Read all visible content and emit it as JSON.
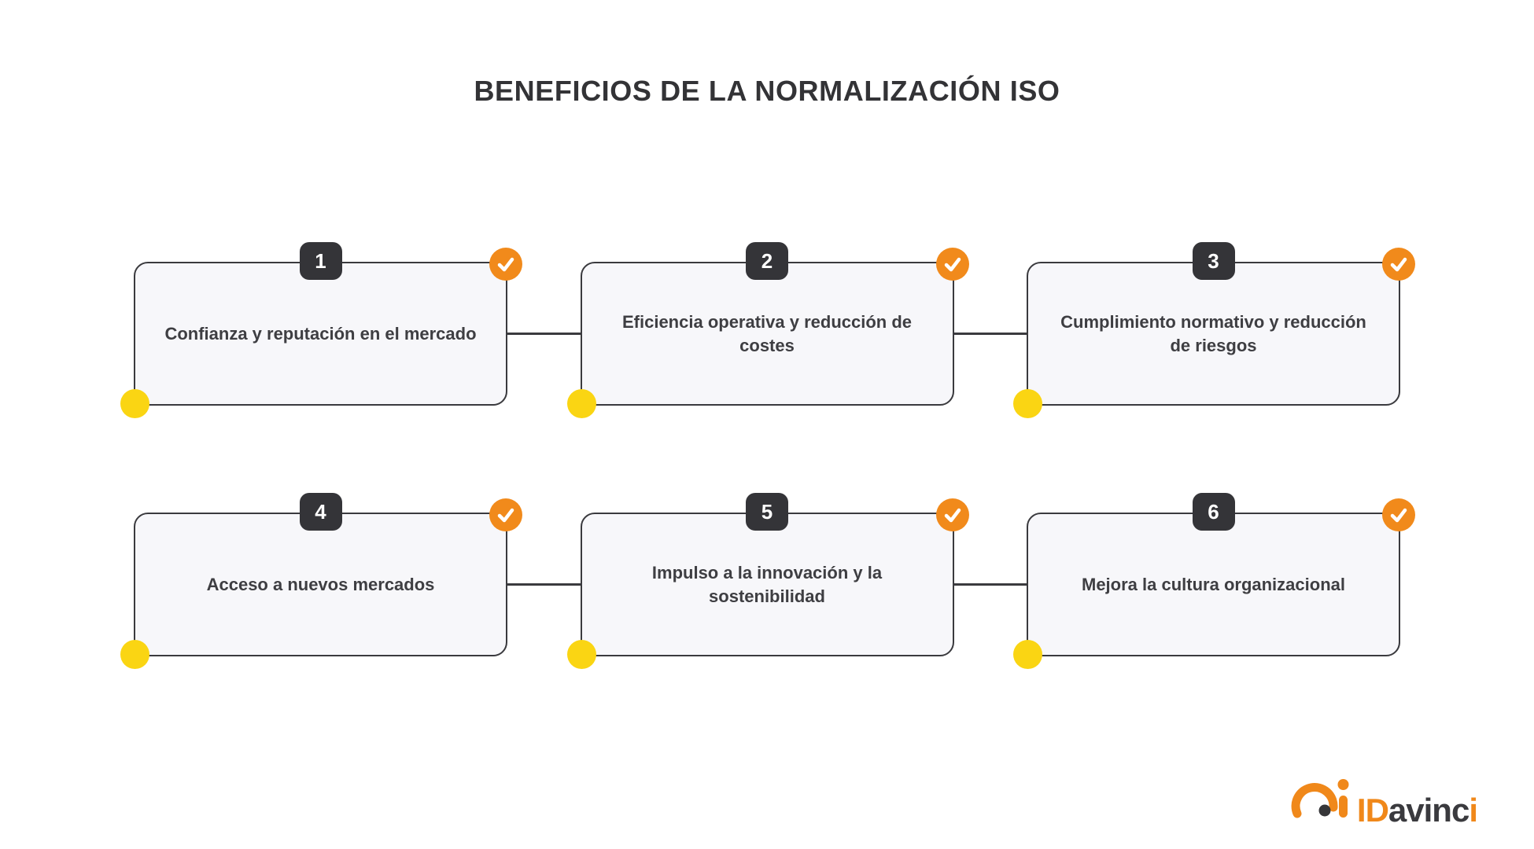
{
  "title": "BENEFICIOS DE LA NORMALIZACIÓN ISO",
  "cards": [
    {
      "number": "1",
      "text": "Confianza y reputación en el mercado"
    },
    {
      "number": "2",
      "text": "Eficiencia operativa y reducción de costes"
    },
    {
      "number": "3",
      "text": "Cumplimiento normativo y reducción de riesgos"
    },
    {
      "number": "4",
      "text": "Acceso a nuevos mercados"
    },
    {
      "number": "5",
      "text": "Impulso a la innovación y la sostenibilidad"
    },
    {
      "number": "6",
      "text": "Mejora la cultura organizacional"
    }
  ],
  "icons": {
    "check": "check-circle-icon",
    "corner_dot": "yellow-dot",
    "logo_mark": "gauge-arc-ai-icon"
  },
  "logo": {
    "part1": "ID",
    "part2": "avinc",
    "part3": "i"
  },
  "colors": {
    "orange": "#F18A1B",
    "yellow": "#FAD513",
    "dark": "#3A3A3E",
    "card_background": "#F7F7FA",
    "page_background": "#FFFFFF"
  }
}
